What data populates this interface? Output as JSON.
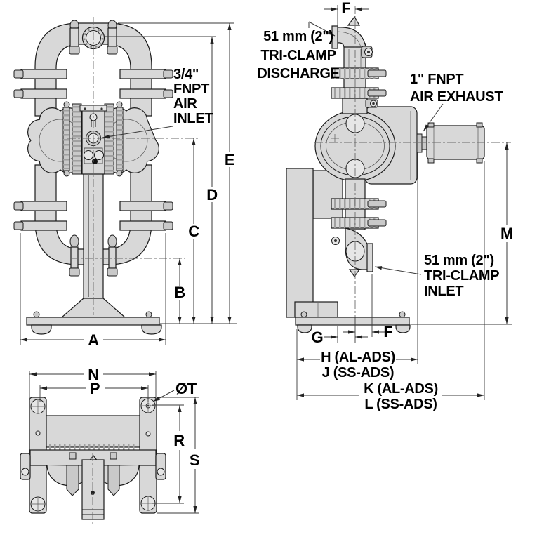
{
  "labels": {
    "air_inlet": [
      "3/4\"",
      "FNPT",
      "AIR",
      "INLET"
    ],
    "discharge": [
      "51 mm (2\")",
      "TRI-CLAMP",
      "DISCHARGE"
    ],
    "air_exhaust": [
      "1\" FNPT",
      "AIR EXHAUST"
    ],
    "inlet": [
      "51 mm (2\")",
      "TRI-CLAMP",
      "INLET"
    ]
  },
  "dims": {
    "a": "A",
    "b": "B",
    "c": "C",
    "d": "D",
    "e": "E",
    "f": "F",
    "g": "G",
    "m": "M",
    "h": "H (AL-ADS)",
    "j": "J (SS-ADS)",
    "k": "K (AL-ADS)",
    "l": "L (SS-ADS)",
    "n": "N",
    "p": "P",
    "t": "ØT",
    "r": "R",
    "s": "S"
  },
  "colors": {
    "body_fill": "#d8d8d8",
    "line": "#1b1b1b",
    "dimension": "#3a3a3a"
  }
}
